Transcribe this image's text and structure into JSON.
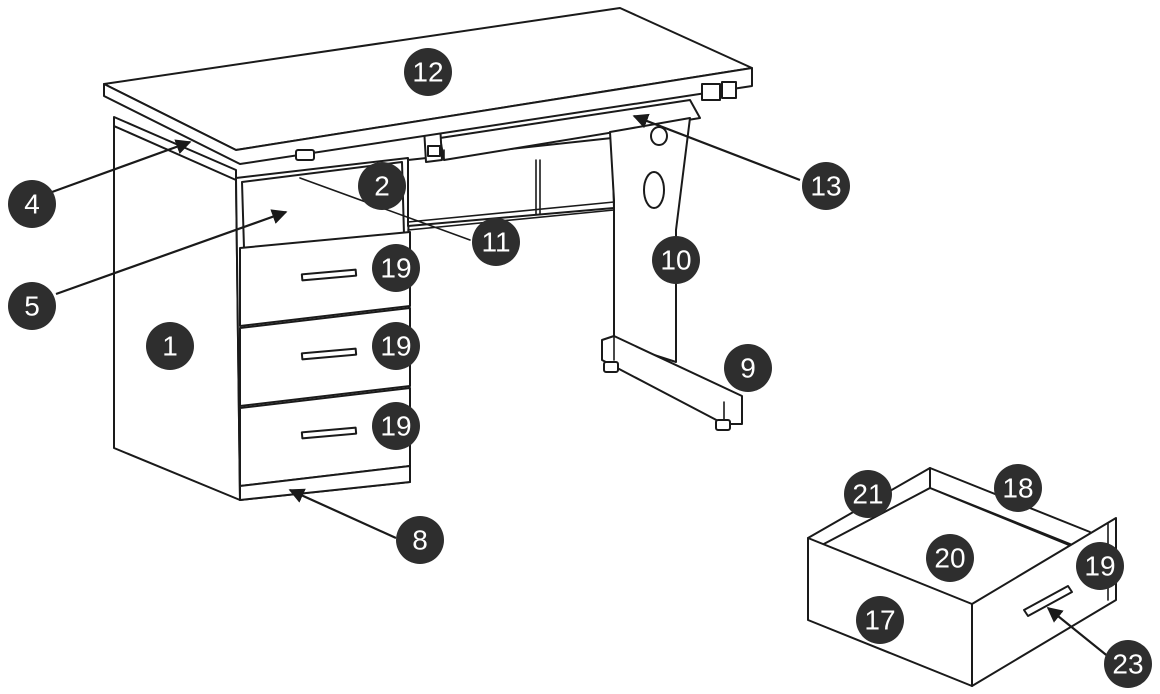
{
  "diagram": {
    "labels": {
      "side_panel": "1",
      "shelf": "2",
      "top_edge": "4",
      "inner_shelf": "5",
      "bottom_rail": "8",
      "foot": "9",
      "leg": "10",
      "crossbar": "11",
      "desktop": "12",
      "keyboard_tray": "13",
      "drawer_front_1": "19",
      "drawer_front_2": "19",
      "drawer_front_3": "19",
      "drawer_side_left": "17",
      "drawer_back": "18",
      "drawer_bottom": "20",
      "drawer_side_right": "21",
      "drawer_front_detail": "19",
      "drawer_handle": "23"
    },
    "colors": {
      "badge": "#2e2e2e",
      "badge_text": "#ffffff",
      "line": "#1a1a1a"
    }
  }
}
